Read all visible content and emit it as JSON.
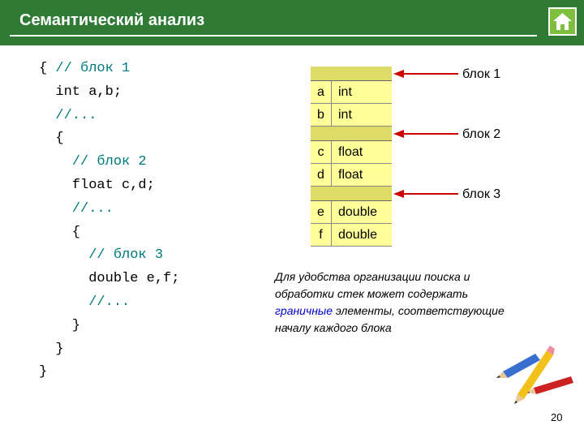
{
  "header": {
    "title": "Семантический анализ",
    "color": "#2f7a34"
  },
  "home_button": {
    "icon": "home-icon",
    "color": "#7fbf3f"
  },
  "code": {
    "lines": [
      {
        "code": "{ ",
        "comment": "// блок 1"
      },
      {
        "code": "  int a,b;",
        "comment": ""
      },
      {
        "code": "  ",
        "comment": "//..."
      },
      {
        "code": "  {",
        "comment": ""
      },
      {
        "code": "    ",
        "comment": "// блок 2"
      },
      {
        "code": "    float c,d;",
        "comment": ""
      },
      {
        "code": "    ",
        "comment": "//..."
      },
      {
        "code": "    {",
        "comment": ""
      },
      {
        "code": "      ",
        "comment": "// блок 3"
      },
      {
        "code": "      double e,f;",
        "comment": ""
      },
      {
        "code": "      ",
        "comment": "//..."
      },
      {
        "code": "    }",
        "comment": ""
      },
      {
        "code": "  }",
        "comment": ""
      },
      {
        "code": "}",
        "comment": ""
      }
    ],
    "comment_color": "#007a7a"
  },
  "stack": {
    "rows": [
      {
        "kind": "separator"
      },
      {
        "name": "a",
        "type": "int"
      },
      {
        "name": "b",
        "type": "int"
      },
      {
        "kind": "separator"
      },
      {
        "name": "c",
        "type": "float"
      },
      {
        "name": "d",
        "type": "float"
      },
      {
        "kind": "separator"
      },
      {
        "name": "e",
        "type": "double"
      },
      {
        "name": "f",
        "type": "double"
      }
    ],
    "cell_color": "#ffff99",
    "separator_color": "#dcdc66"
  },
  "block_labels": [
    "блок 1",
    "блок 2",
    "блок 3"
  ],
  "arrow_color": "#cc0000",
  "note": {
    "part1": "Для удобства организации поиска и\nобработки стек может содержать\n",
    "highlight": "граничные",
    "part2": " элементы, соответствующие\nначалу каждого блока",
    "highlight_color": "#0000cc"
  },
  "decoration": {
    "icon": "pencils-icon"
  },
  "page_number": "20"
}
